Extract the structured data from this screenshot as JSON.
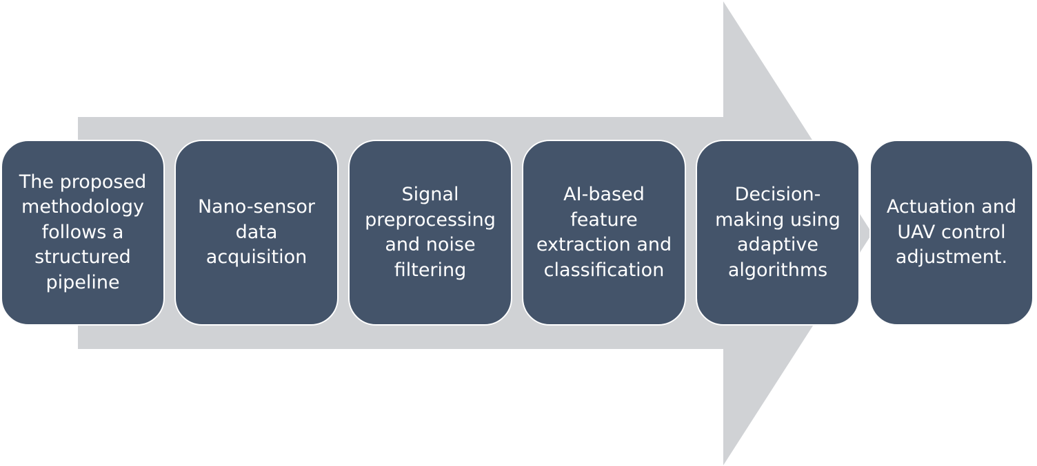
{
  "colors": {
    "arrow_fill": "#D0D2D5",
    "box_fill": "#44546A",
    "box_border": "#FFFFFF",
    "text": "#FFFFFF"
  },
  "steps": [
    {
      "label": "The proposed methodology follows a structured pipeline"
    },
    {
      "label": "Nano-sensor data acquisition"
    },
    {
      "label": "Signal preprocessing and noise filtering"
    },
    {
      "label": "AI-based feature extraction and classification"
    },
    {
      "label": "Decision-making using adaptive algorithms"
    },
    {
      "label": "Actuation and UAV control adjustment."
    }
  ]
}
